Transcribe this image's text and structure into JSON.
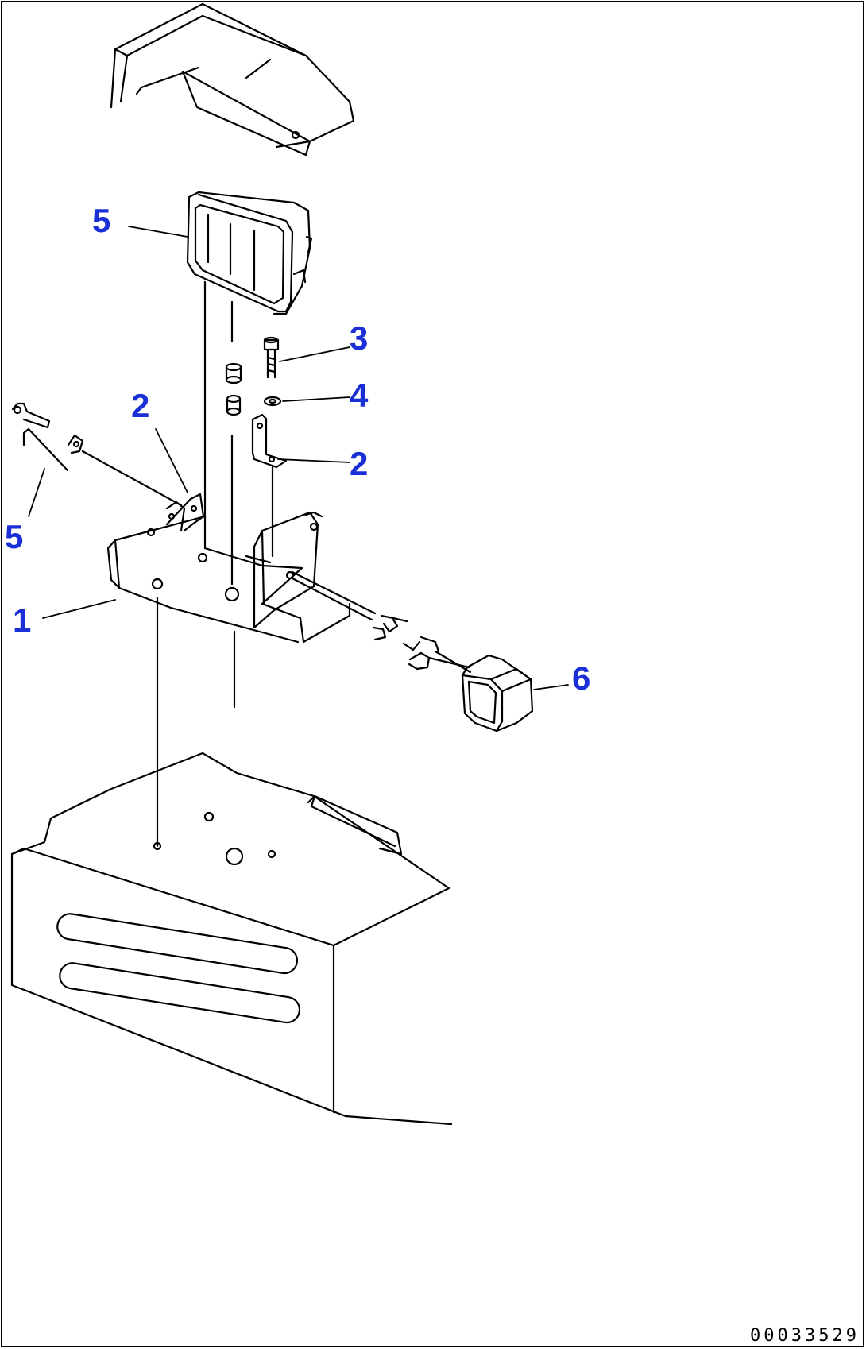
{
  "colors": {
    "line": "#000000",
    "callout": "#1a2fd6",
    "background": "#ffffff"
  },
  "callouts": [
    {
      "id": "callout-5-top",
      "label": "5"
    },
    {
      "id": "callout-3",
      "label": "3"
    },
    {
      "id": "callout-2-left",
      "label": "2"
    },
    {
      "id": "callout-4",
      "label": "4"
    },
    {
      "id": "callout-2-right",
      "label": "2"
    },
    {
      "id": "callout-5-left",
      "label": "5"
    },
    {
      "id": "callout-1",
      "label": "1"
    },
    {
      "id": "callout-6",
      "label": "6"
    }
  ],
  "document_number": "00033529"
}
